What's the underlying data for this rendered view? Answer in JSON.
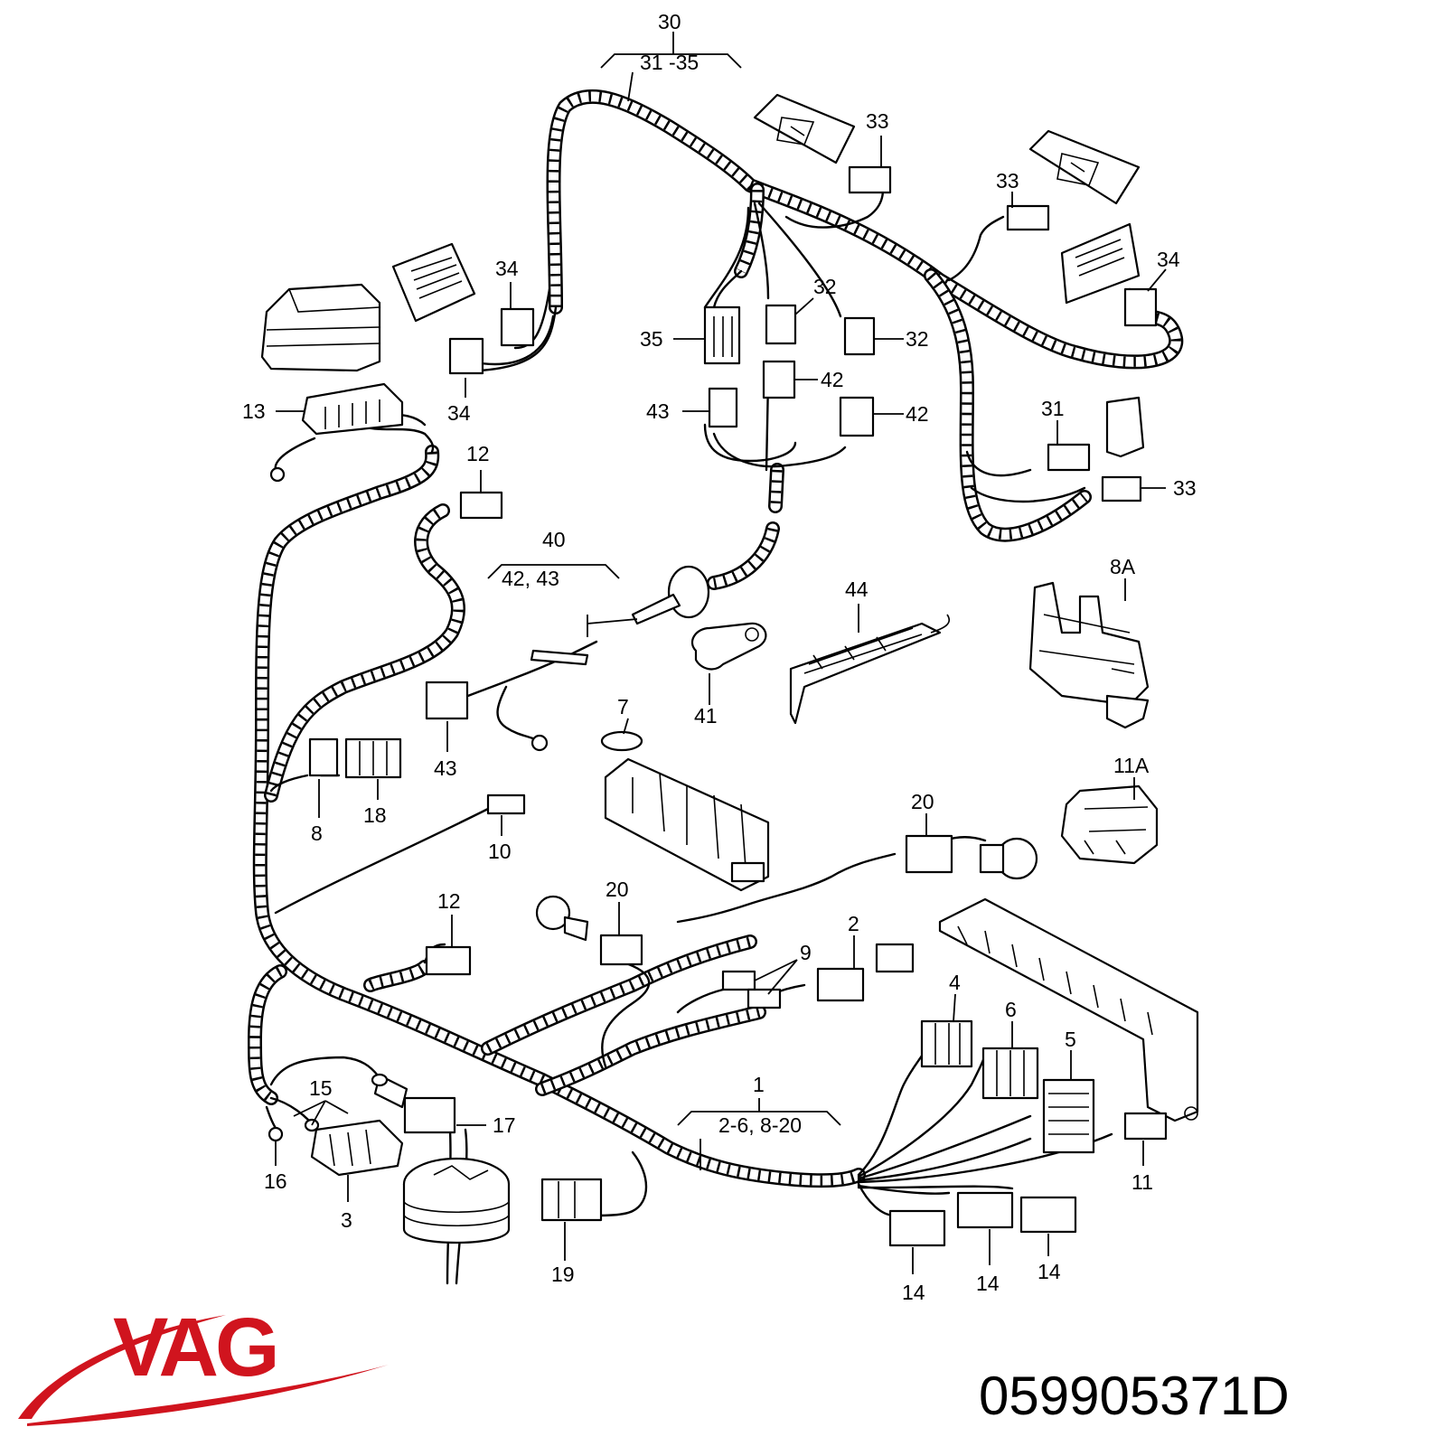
{
  "brand": {
    "logo_text": "VAG",
    "logo_color": "#d0141e"
  },
  "part_number": "059905371D",
  "callouts": {
    "c30": "30",
    "c31_35": "31 -35",
    "c33a": "33",
    "c33b": "33",
    "c34a": "34",
    "c34b": "34",
    "c34c": "34",
    "c35": "35",
    "c32a": "32",
    "c32b": "32",
    "c42a": "42",
    "c42b": "42",
    "c43a": "43",
    "c43b": "43",
    "c13": "13",
    "c12a": "12",
    "c12b": "12",
    "c31": "31",
    "c33c": "33",
    "c40": "40",
    "c42_43": "42, 43",
    "c44": "44",
    "c8A": "8A",
    "c41": "41",
    "c7": "7",
    "c8": "8",
    "c18": "18",
    "c10": "10",
    "c11A": "11A",
    "c20a": "20",
    "c20b": "20",
    "c2": "2",
    "c9": "9",
    "c4": "4",
    "c6": "6",
    "c5": "5",
    "c15": "15",
    "c17": "17",
    "c16": "16",
    "c3": "3",
    "c1": "1",
    "c2_6_8_20": "2-6, 8-20",
    "c11": "11",
    "c19": "19",
    "c14a": "14",
    "c14b": "14",
    "c14c": "14"
  }
}
